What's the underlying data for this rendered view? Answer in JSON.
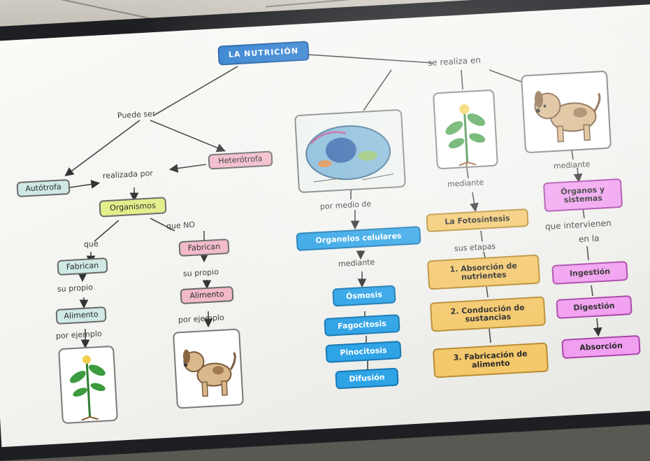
{
  "title": "LA NUTRICIÓN",
  "labels": {
    "puede_ser": "Puede ser",
    "se_realiza_en": "se realiza en",
    "realizada_por": "realizada por",
    "que": "que",
    "que_no": "que NO",
    "su_propio_1": "su propio",
    "su_propio_2": "su propio",
    "por_ejemplo_1": "por ejemplo",
    "por_ejemplo_2": "por ejemplo",
    "por_medio_de": "por medio de",
    "mediante_1": "mediante",
    "mediante_2": "mediante",
    "mediante_3": "mediante",
    "sus_etapas": "sus etapas",
    "que_intervienen": "que intervienen",
    "en_la": "en la"
  },
  "nodes": {
    "autotrofa": "Autótrofa",
    "heterotrofa": "Heterótrofa",
    "organismos": "Organismos",
    "fabrican": "Fabrican",
    "alimento": "Alimento",
    "fabrican_no": "Fabrican",
    "alimento_no": "Alimento",
    "organelos": "Organelos celulares",
    "osmosis": "Ósmosis",
    "fagocitosis": "Fagocitosis",
    "pinocitosis": "Pinocitosis",
    "difusion": "Difusión",
    "fotosintesis": "La Fotosíntesis",
    "etapa1_a": "1. Absorción de",
    "etapa1_b": "nutrientes",
    "etapa2_a": "2. Conducción de",
    "etapa2_b": "sustancias",
    "etapa3_a": "3. Fabricación de",
    "etapa3_b": "alimento",
    "organos_a": "Órganos y",
    "organos_b": "sistemas",
    "ingestion": "Ingestión",
    "digestion": "Digestión",
    "absorcion": "Absorción"
  },
  "colors": {
    "title_bg": "#2f7fd0",
    "teal": "#cfe9e4",
    "pink": "#f2b9c9",
    "lime": "#e3ee8a",
    "blue": "#2ea3e6",
    "orange": "#f4c86b",
    "magenta": "#f19ff0"
  },
  "icons": {
    "cell": "animal-cell-icon",
    "plant": "plant-icon",
    "dog": "dog-icon"
  }
}
